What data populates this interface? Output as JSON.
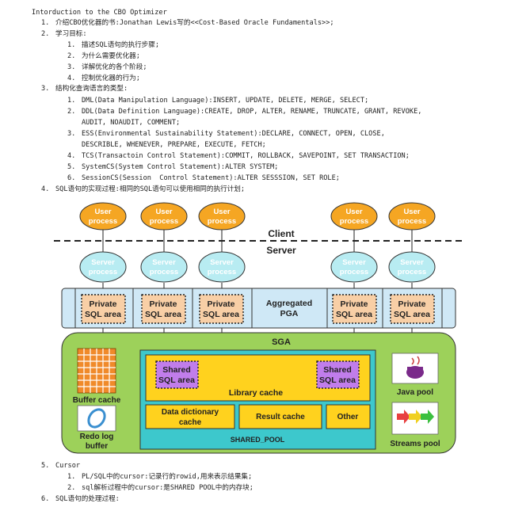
{
  "title": "Intorduction to the CBO Optimizer",
  "items": [
    {
      "num": "1.",
      "text": "介绍CBO优化器的书:Jonathan Lewis写的<<Cost-Based Oracle Fundamentals>>;"
    },
    {
      "num": "2.",
      "text": "学习目标:"
    },
    {
      "num": "1.",
      "text": "描述SQL语句的执行步骤;"
    },
    {
      "num": "2.",
      "text": "为什么需要优化器;"
    },
    {
      "num": "3.",
      "text": "详解优化的各个阶段;"
    },
    {
      "num": "4.",
      "text": "控制优化器的行为;"
    },
    {
      "num": "3.",
      "text": "结构化查询语言的类型:"
    },
    {
      "num": "1.",
      "text": "DML(Data Manipulation Language):INSERT, UPDATE, DELETE, MERGE, SELECT;"
    },
    {
      "num": "2.",
      "text": "DDL(Data Definition Language):CREATE, DROP, ALTER, RENAME, TRUNCATE, GRANT, REVOKE,"
    },
    {
      "num": "",
      "text": "AUDIT, NOAUDIT, COMMENT;"
    },
    {
      "num": "3.",
      "text": "ESS(Environmental Sustainability Statement):DECLARE, CONNECT, OPEN, CLOSE,"
    },
    {
      "num": "",
      "text": "DESCRIBLE, WHENEVER, PREPARE, EXECUTE, FETCH;"
    },
    {
      "num": "4.",
      "text": "TCS(Transactoin Control Statement):COMMIT, ROLLBACK, SAVEPOINT, SET TRANSACTION;"
    },
    {
      "num": "5.",
      "text": "SystemCS(System Control Statement):ALTER SYSTEM;"
    },
    {
      "num": "6.",
      "text": "SessionCS(Session  Control Statement):ALTER SESSSION, SET ROLE;"
    },
    {
      "num": "4.",
      "text": "SQL语句的实现过程:相同的SQL语句可以使用相同的执行计划;"
    },
    {
      "num": "5.",
      "text": "Cursor"
    },
    {
      "num": "1.",
      "text": "PL/SQL中的cursor:记录行的rowid,用来表示结果集;"
    },
    {
      "num": "2.",
      "text": "sql解析过程中的cursor:是SHARED POOL中的内存块;"
    },
    {
      "num": "6.",
      "text": "SQL语句的处理过程:"
    }
  ],
  "diagram": {
    "user_process": "User\nprocess",
    "client": "Client",
    "server": "Server",
    "server_process": "Server\nprocess",
    "private_sql_area": "Private\nSQL area",
    "aggregated_pga": "Aggregated\nPGA",
    "sga": "SGA",
    "buffer_cache": "Buffer cache",
    "redo_log_buffer": "Redo log\nbuffer",
    "shared_sql_area": "Shared\nSQL area",
    "library_cache": "Library cache",
    "data_dictionary_cache": "Data dictionary\ncache",
    "result_cache": "Result cache",
    "other": "Other",
    "shared_pool": "SHARED_POOL",
    "java_pool": "Java pool",
    "streams_pool": "Streams pool",
    "colors": {
      "user_orange": "#F5A623",
      "server_cyan": "#B8ECF2",
      "pga_blue": "#CFE8F6",
      "private_peach": "#F8CFA6",
      "sga_green": "#9DD15A",
      "shared_pool_teal": "#3DC8CC",
      "library_yellow": "#FFD21E",
      "shared_sql_purple": "#C17DEB"
    }
  }
}
